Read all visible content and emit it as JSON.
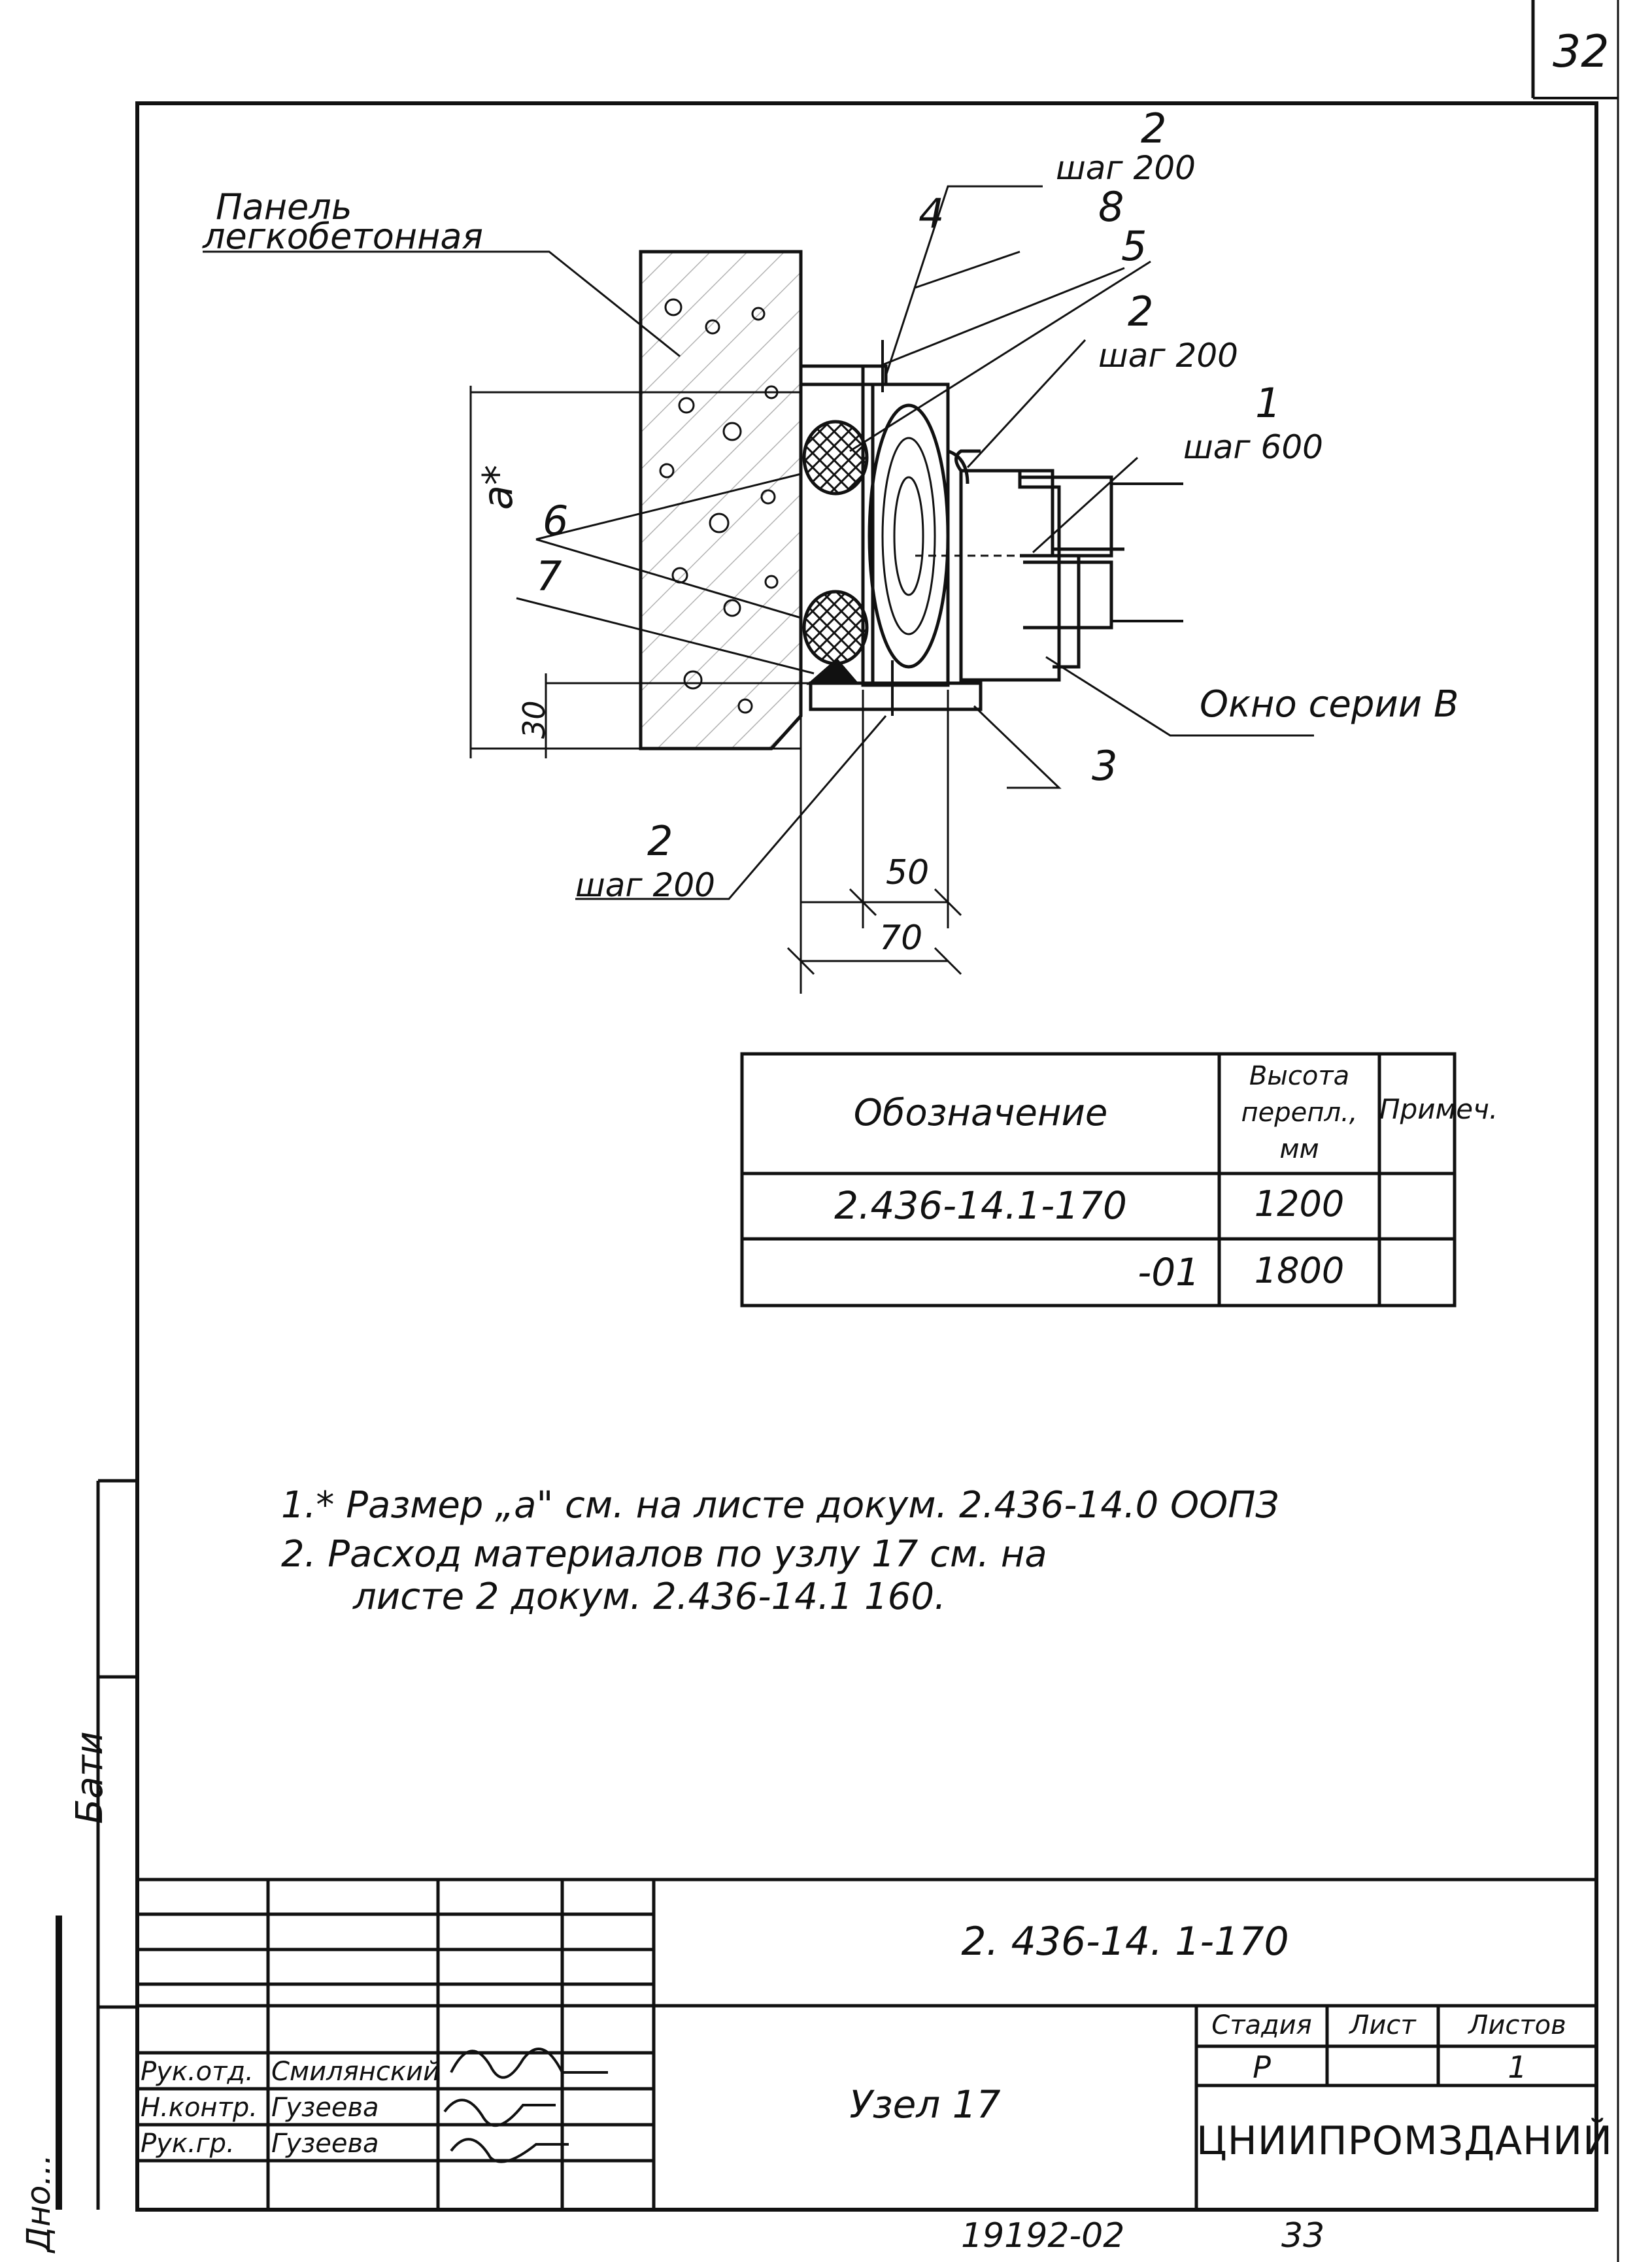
{
  "sheet": {
    "page_number": "32",
    "bottom_doc_no": "19192-02",
    "bottom_page": "33"
  },
  "drawing": {
    "panel_label_1": "Панель",
    "panel_label_2": "легкобетонная",
    "callouts": {
      "c2_top": "2",
      "c2_top_step": "шаг 200",
      "c8": "8",
      "c4": "4",
      "c5": "5",
      "c2_mid": "2",
      "c2_mid_step": "шаг 200",
      "c1": "1",
      "c1_step": "шаг 600",
      "c6": "6",
      "c7": "7",
      "c3": "3",
      "c2_bot": "2",
      "c2_bot_step": "шаг 200"
    },
    "window_label": "Окно серии В",
    "dim_a": "а*",
    "dim_30": "30",
    "dim_50": "50",
    "dim_70": "70"
  },
  "table": {
    "headers": [
      "Обозначение",
      "Высота перепл., мм",
      "Примеч."
    ],
    "header_height_lines": [
      "Высота",
      "перепл.,",
      "мм"
    ],
    "rows": [
      {
        "designation": "2.436-14.1-170",
        "height": "1200",
        "note": ""
      },
      {
        "designation": "-01",
        "height": "1800",
        "note": ""
      }
    ]
  },
  "notes": [
    "1.* Размер „а\" см. на листе   докум. 2.436-14.0 ООПЗ",
    "2. Расход  материалов  по  узлу 17  см.  на",
    "листе  2  докум.  2.436-14.1  160."
  ],
  "title_block": {
    "doc_code": "2. 436-14. 1-170",
    "title": "Узел 17",
    "stage_header": "Стадия",
    "sheet_header": "Лист",
    "sheets_header": "Листов",
    "stage": "Р",
    "sheet": "",
    "sheets": "1",
    "org": "ЦНИИПРОМЗДАНИЙ",
    "roles": [
      {
        "role": "Рук.отд.",
        "name": "Смилянский"
      },
      {
        "role": "Н.контр.",
        "name": "Гузеева"
      },
      {
        "role": "Рук.гр.",
        "name": "Гузеева"
      }
    ]
  },
  "side_stamp": {
    "label_1": "Бати",
    "label_2": "Дно..."
  }
}
